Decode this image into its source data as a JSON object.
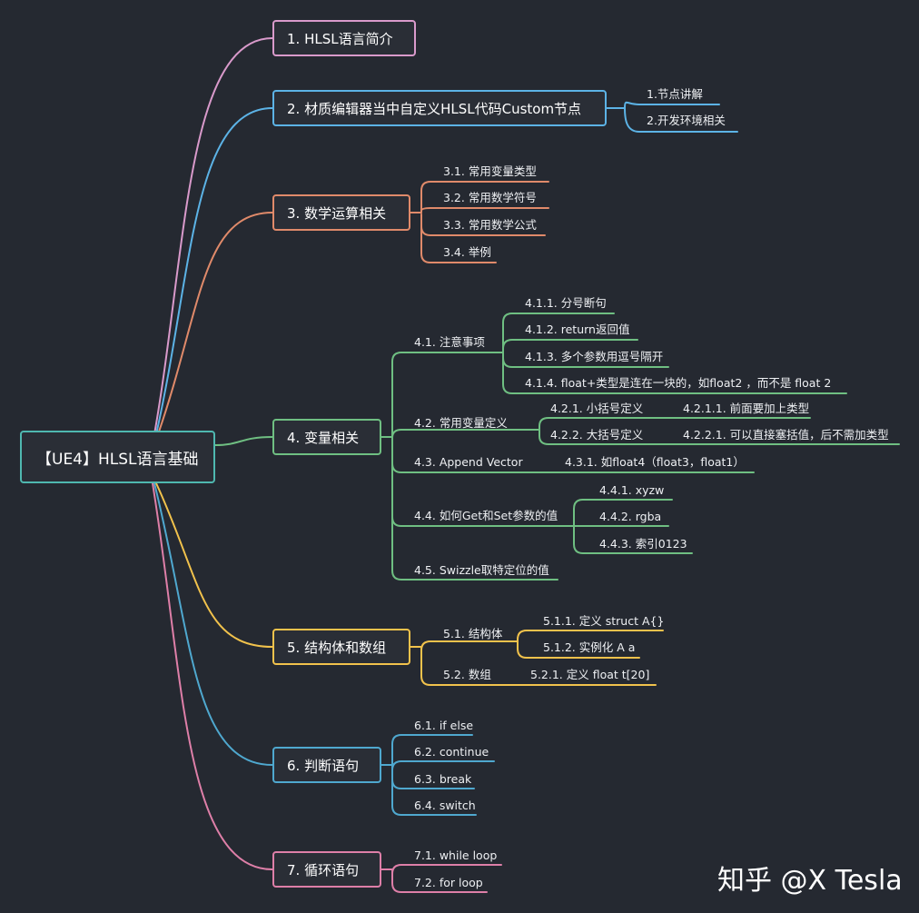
{
  "root": "【UE4】HLSL语言基础",
  "colors": {
    "teal": "#4fb8b0",
    "pink": "#d99acb",
    "blue": "#5cb3e6",
    "orange": "#e08a6a",
    "green": "#6fbf82",
    "yellow": "#f1c24c",
    "cyan": "#4fa8cf",
    "rose": "#de7fa8"
  },
  "sections": {
    "s1": {
      "title": "1. HLSL语言简介"
    },
    "s2": {
      "title": "2. 材质编辑器当中自定义HLSL代码Custom节点",
      "c1": "1.节点讲解",
      "c2": "2.开发环境相关"
    },
    "s3": {
      "title": "3. 数学运算相关",
      "c1": "3.1. 常用变量类型",
      "c2": "3.2. 常用数学符号",
      "c3": "3.3. 常用数学公式",
      "c4": "3.4. 举例"
    },
    "s4": {
      "title": "4. 变量相关",
      "n41": "4.1. 注意事项",
      "n411": "4.1.1. 分号断句",
      "n412": "4.1.2. return返回值",
      "n413": "4.1.3. 多个参数用逗号隔开",
      "n414": "4.1.4. float+类型是连在一块的，如float2 ，而不是 float 2",
      "n42": "4.2. 常用变量定义",
      "n421": "4.2.1. 小括号定义",
      "n4211": "4.2.1.1. 前面要加上类型",
      "n422": "4.2.2. 大括号定义",
      "n4221": "4.2.2.1. 可以直接塞括值，后不需加类型",
      "n43": "4.3. Append Vector",
      "n431": "4.3.1. 如float4（float3，float1）",
      "n44": "4.4. 如何Get和Set参数的值",
      "n441": "4.4.1. xyzw",
      "n442": "4.4.2. rgba",
      "n443": "4.4.3. 索引0123",
      "n45": "4.5. Swizzle取特定位的值"
    },
    "s5": {
      "title": "5. 结构体和数组",
      "n51": "5.1. 结构体",
      "n511": "5.1.1. 定义 struct A{}",
      "n512": "5.1.2. 实例化 A a",
      "n52": "5.2. 数组",
      "n521": "5.2.1. 定义 float t[20]"
    },
    "s6": {
      "title": "6. 判断语句",
      "c1": "6.1. if else",
      "c2": "6.2. continue",
      "c3": "6.3. break",
      "c4": "6.4. switch"
    },
    "s7": {
      "title": "7. 循环语句",
      "c1": "7.1. while loop",
      "c2": "7.2. for loop"
    }
  },
  "watermark": "知乎 @X Tesla"
}
